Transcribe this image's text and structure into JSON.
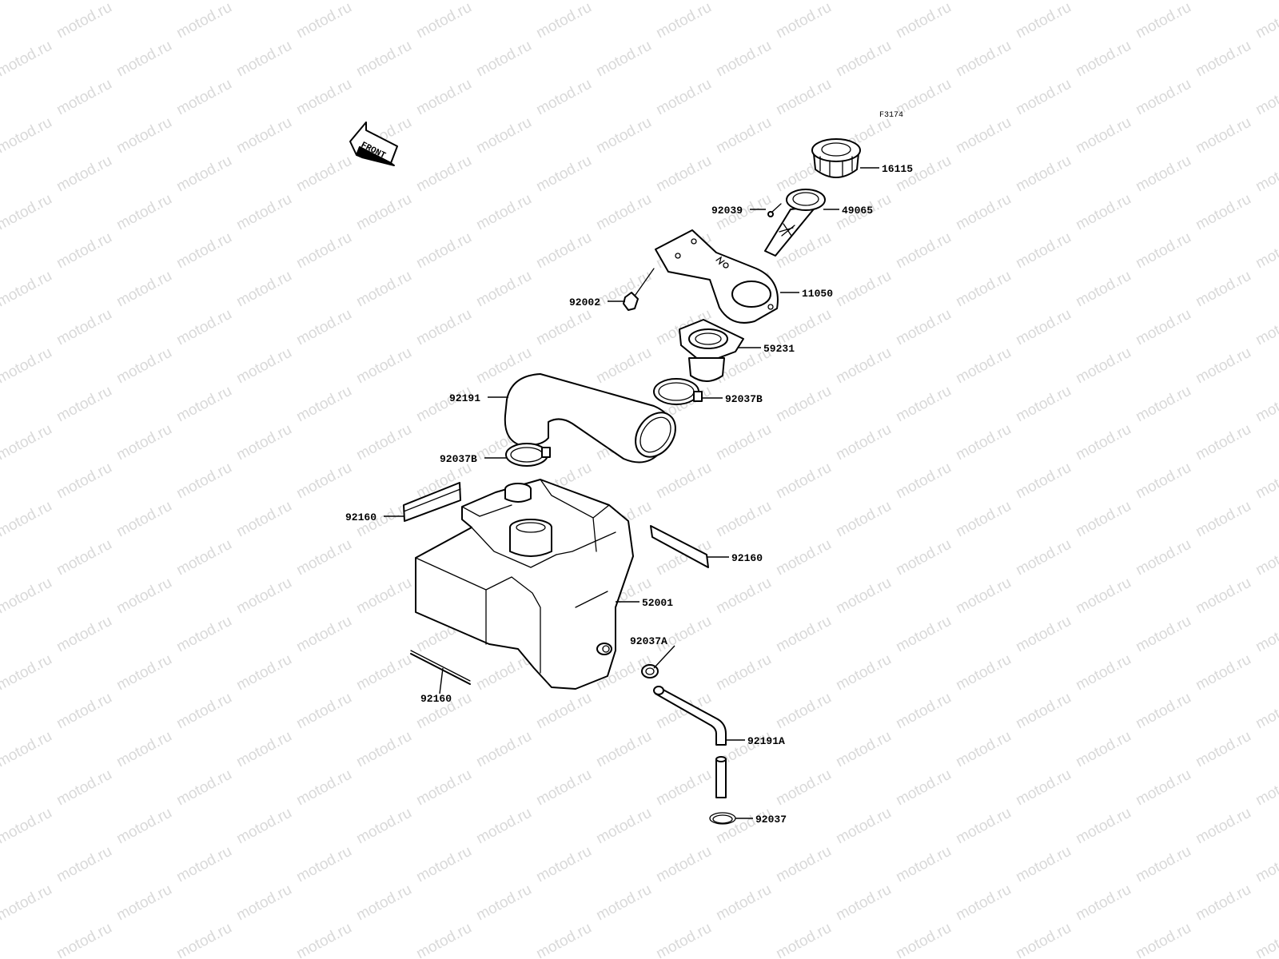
{
  "figure_code": "F3174",
  "direction_label": "FRONT",
  "watermark_text": "motod.ru",
  "parts": {
    "fuel_cap": "16115",
    "filler_neck_pipe": "49065",
    "pin_92039": "92039",
    "bracket": "11050",
    "bolt": "92002",
    "filler_flange": "59231",
    "clamp_upper": "92037B",
    "hose_filler": "92191",
    "clamp_lower": "92037B",
    "pad_left": "92160",
    "pad_right": "92160",
    "fuel_tank": "52001",
    "pad_bottom": "92160",
    "clamp_vent": "92037A",
    "vent_hose": "92191A",
    "clip_vent": "92037"
  }
}
